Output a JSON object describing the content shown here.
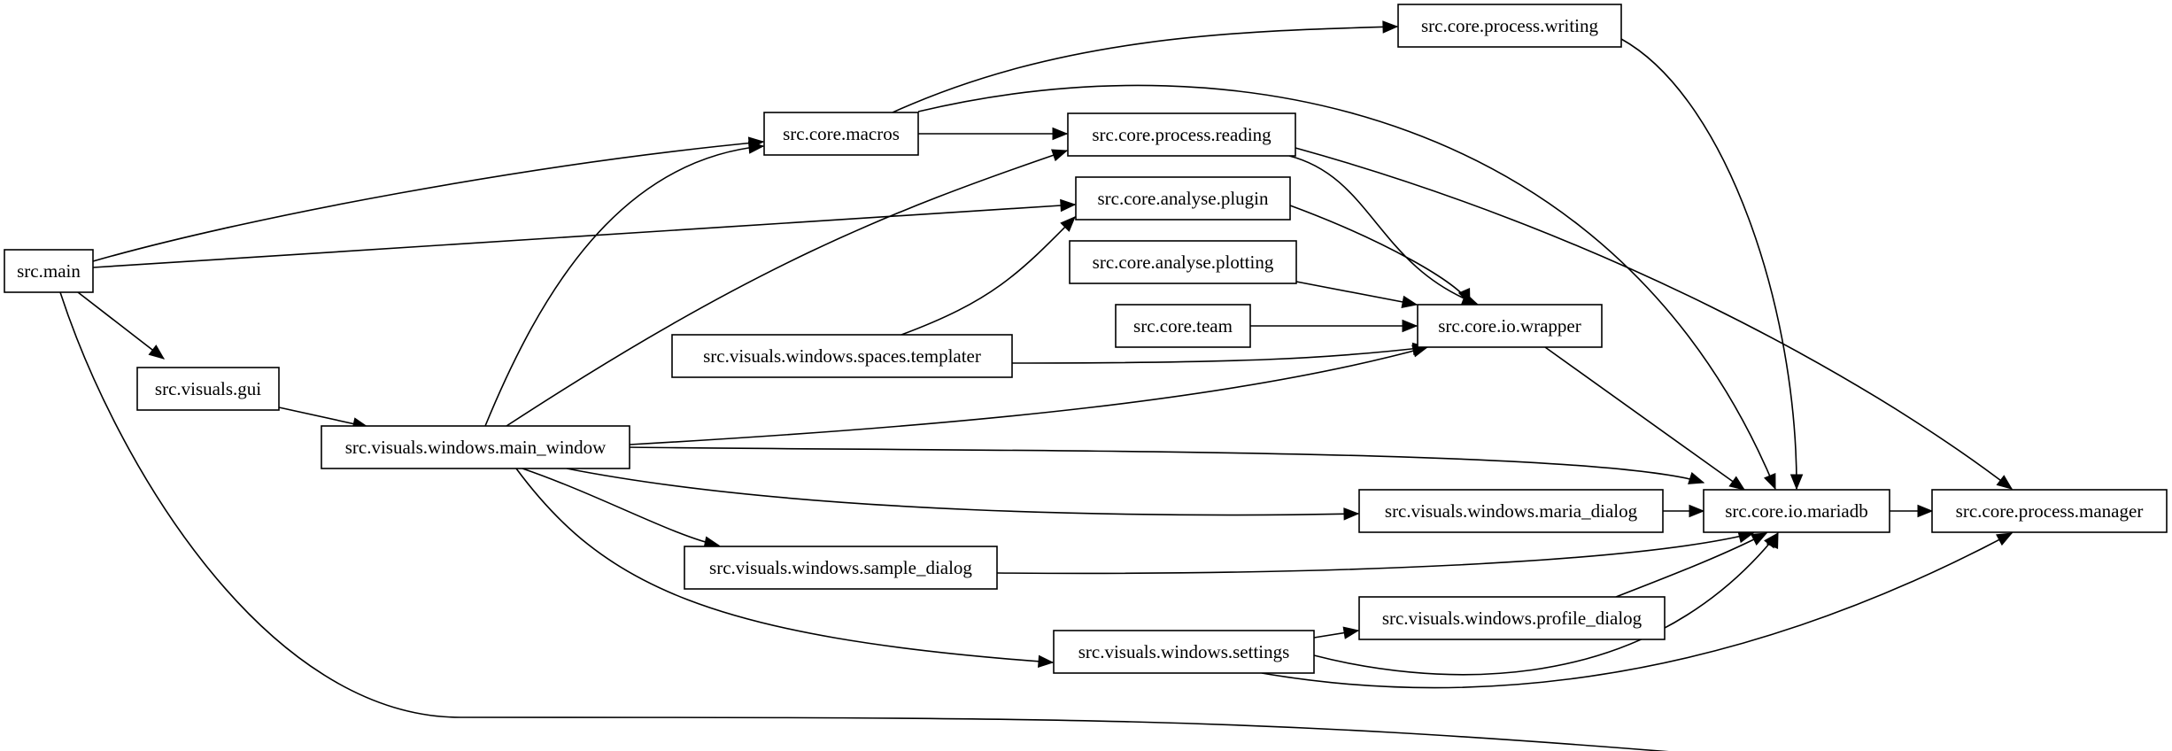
{
  "diagram": {
    "type": "module dependency graph",
    "direction": "left-to-right",
    "nodes": [
      {
        "id": "main",
        "label": "src.main"
      },
      {
        "id": "gui",
        "label": "src.visuals.gui"
      },
      {
        "id": "main_window",
        "label": "src.visuals.windows.main_window"
      },
      {
        "id": "macros",
        "label": "src.core.macros"
      },
      {
        "id": "templater",
        "label": "src.visuals.windows.spaces.templater"
      },
      {
        "id": "sample_dialog",
        "label": "src.visuals.windows.sample_dialog"
      },
      {
        "id": "settings",
        "label": "src.visuals.windows.settings"
      },
      {
        "id": "writing",
        "label": "src.core.process.writing"
      },
      {
        "id": "reading",
        "label": "src.core.process.reading"
      },
      {
        "id": "plugin",
        "label": "src.core.analyse.plugin"
      },
      {
        "id": "plotting",
        "label": "src.core.analyse.plotting"
      },
      {
        "id": "team",
        "label": "src.core.team"
      },
      {
        "id": "maria_dialog",
        "label": "src.visuals.windows.maria_dialog"
      },
      {
        "id": "profile_dialog",
        "label": "src.visuals.windows.profile_dialog"
      },
      {
        "id": "wrapper",
        "label": "src.core.io.wrapper"
      },
      {
        "id": "mariadb",
        "label": "src.core.io.mariadb"
      },
      {
        "id": "manager",
        "label": "src.core.process.manager"
      }
    ],
    "edges": [
      {
        "from": "main",
        "to": "macros"
      },
      {
        "from": "main",
        "to": "plugin"
      },
      {
        "from": "main",
        "to": "gui"
      },
      {
        "from": "main",
        "to": "mariadb"
      },
      {
        "from": "gui",
        "to": "main_window"
      },
      {
        "from": "main_window",
        "to": "macros"
      },
      {
        "from": "main_window",
        "to": "reading"
      },
      {
        "from": "main_window",
        "to": "wrapper"
      },
      {
        "from": "main_window",
        "to": "mariadb"
      },
      {
        "from": "main_window",
        "to": "maria_dialog"
      },
      {
        "from": "main_window",
        "to": "sample_dialog"
      },
      {
        "from": "main_window",
        "to": "settings"
      },
      {
        "from": "macros",
        "to": "writing"
      },
      {
        "from": "macros",
        "to": "mariadb"
      },
      {
        "from": "macros",
        "to": "reading"
      },
      {
        "from": "writing",
        "to": "mariadb"
      },
      {
        "from": "reading",
        "to": "wrapper"
      },
      {
        "from": "reading",
        "to": "manager"
      },
      {
        "from": "plugin",
        "to": "wrapper"
      },
      {
        "from": "plotting",
        "to": "wrapper"
      },
      {
        "from": "team",
        "to": "wrapper"
      },
      {
        "from": "templater",
        "to": "plugin"
      },
      {
        "from": "templater",
        "to": "wrapper"
      },
      {
        "from": "wrapper",
        "to": "mariadb"
      },
      {
        "from": "maria_dialog",
        "to": "mariadb"
      },
      {
        "from": "sample_dialog",
        "to": "mariadb"
      },
      {
        "from": "settings",
        "to": "profile_dialog"
      },
      {
        "from": "settings",
        "to": "mariadb"
      },
      {
        "from": "settings",
        "to": "manager"
      },
      {
        "from": "profile_dialog",
        "to": "mariadb"
      },
      {
        "from": "mariadb",
        "to": "manager"
      }
    ]
  }
}
